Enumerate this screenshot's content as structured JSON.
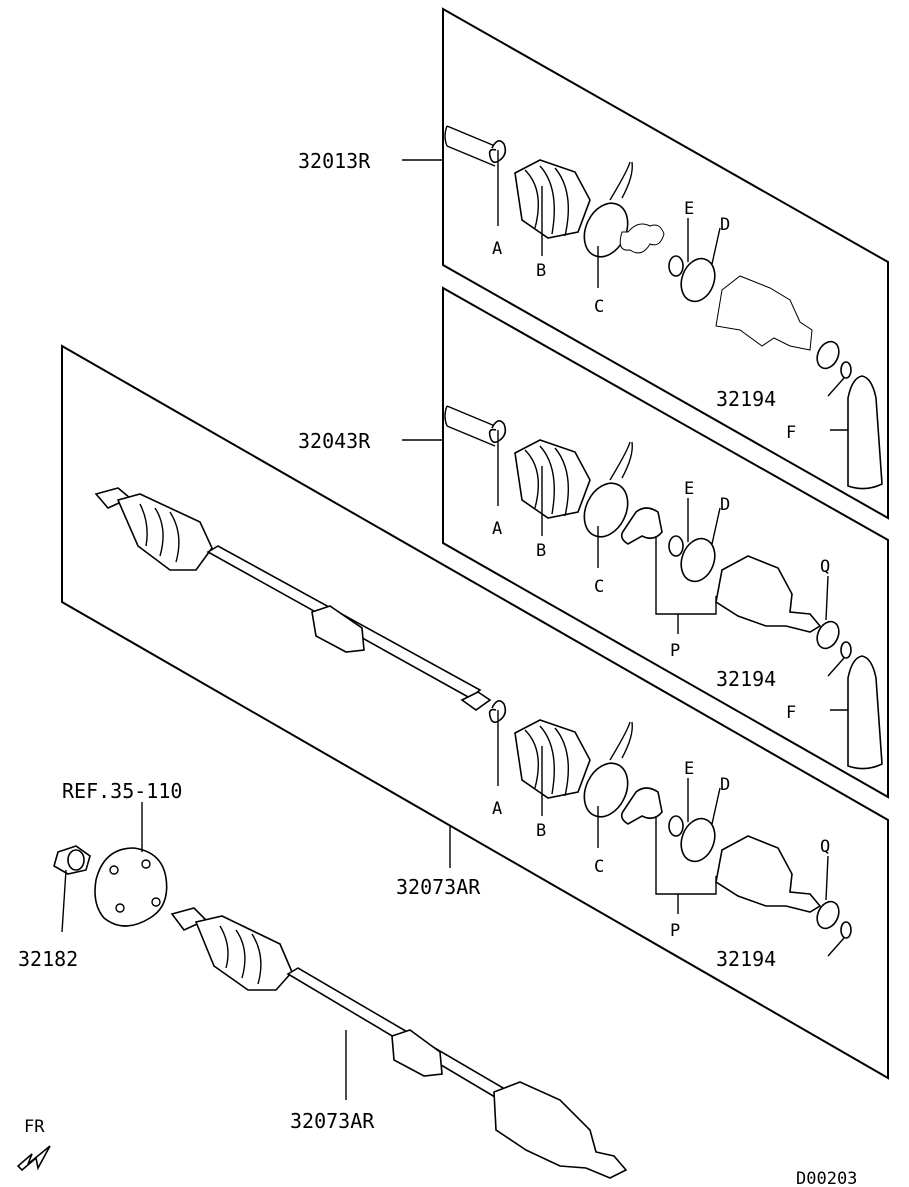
{
  "labels": {
    "kit_top": "32013R",
    "kit_mid": "32043R",
    "assembly_upper": "32073AR",
    "assembly_lower": "32073AR",
    "ref": "REF.35-110",
    "nut": "32182",
    "snap_ring_1": "32194",
    "snap_ring_2": "32194",
    "snap_ring_3": "32194",
    "A": "A",
    "B": "B",
    "C": "C",
    "D": "D",
    "E": "E",
    "F": "F",
    "P": "P",
    "Q": "Q",
    "front": "FR",
    "diagram_code": "D00203"
  }
}
